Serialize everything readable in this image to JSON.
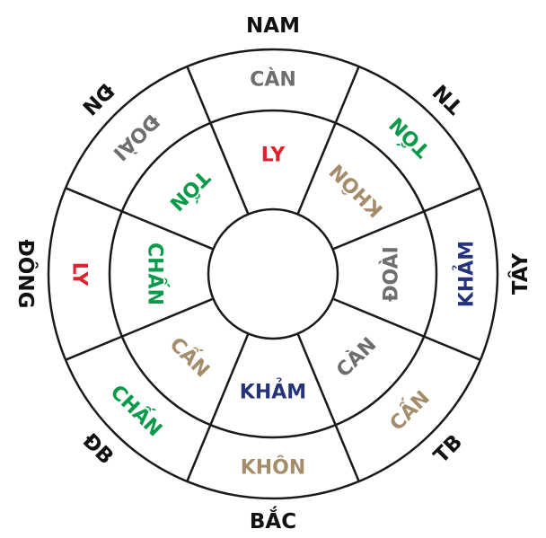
{
  "colors": {
    "line": "#1a1a1a",
    "direction": "#111111",
    "red": "#e0202c",
    "green": "#0a9a4a",
    "gray": "#6e6e6e",
    "tan": "#a58d6c",
    "navy": "#25337a"
  },
  "directions": [
    {
      "id": "south",
      "text": "NAM"
    },
    {
      "id": "southwest",
      "text": "TN"
    },
    {
      "id": "west",
      "text": "TÂY"
    },
    {
      "id": "northwest",
      "text": "TB"
    },
    {
      "id": "north",
      "text": "BẮC"
    },
    {
      "id": "northeast",
      "text": "ĐB"
    },
    {
      "id": "east",
      "text": "ĐÔNG"
    },
    {
      "id": "southeast",
      "text": "ĐN"
    }
  ],
  "outer_ring": [
    {
      "id": "south",
      "text": "CÀN",
      "color": "gray"
    },
    {
      "id": "southwest",
      "text": "TỐN",
      "color": "green"
    },
    {
      "id": "west",
      "text": "KHẢM",
      "color": "navy"
    },
    {
      "id": "northwest",
      "text": "CẤN",
      "color": "tan"
    },
    {
      "id": "north",
      "text": "KHÔN",
      "color": "tan"
    },
    {
      "id": "northeast",
      "text": "CHẤN",
      "color": "green"
    },
    {
      "id": "east",
      "text": "LY",
      "color": "red"
    },
    {
      "id": "southeast",
      "text": "ĐOÀI",
      "color": "gray"
    }
  ],
  "inner_ring": [
    {
      "id": "south",
      "text": "LY",
      "color": "red"
    },
    {
      "id": "southwest",
      "text": "KHÔN",
      "color": "tan"
    },
    {
      "id": "west",
      "text": "ĐOÀI",
      "color": "gray"
    },
    {
      "id": "northwest",
      "text": "CÀN",
      "color": "gray"
    },
    {
      "id": "north",
      "text": "KHẢM",
      "color": "navy"
    },
    {
      "id": "northeast",
      "text": "CẤN",
      "color": "tan"
    },
    {
      "id": "east",
      "text": "CHẤN",
      "color": "green"
    },
    {
      "id": "southeast",
      "text": "TỐN",
      "color": "green"
    }
  ]
}
